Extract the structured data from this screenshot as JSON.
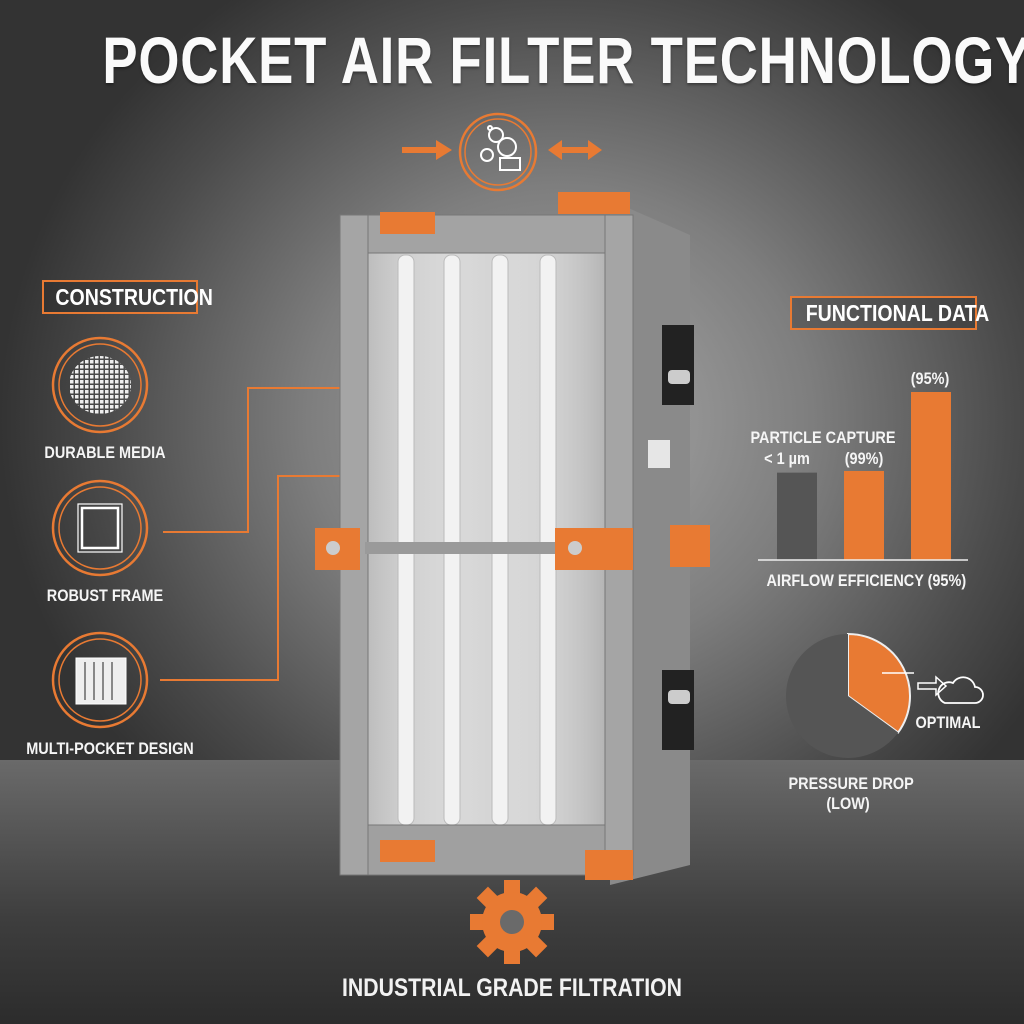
{
  "title": "POCKET AIR FILTER TECHNOLOGY",
  "colors": {
    "accent": "#e87a33",
    "dark": "#555555",
    "frame": "#9a9a9a"
  },
  "top_icon": {
    "name": "particles-icon"
  },
  "construction": {
    "heading": "CONSTRUCTION",
    "items": [
      {
        "label": "DURABLE MEDIA",
        "icon": "mesh-icon"
      },
      {
        "label": "ROBUST FRAME",
        "icon": "frame-icon"
      },
      {
        "label": "MULTI-POCKET DESIGN",
        "icon": "pockets-icon"
      }
    ]
  },
  "functional": {
    "heading": "FUNCTIONAL DATA",
    "particle_label": "PARTICLE CAPTURE",
    "particle_size": "< 1 µm",
    "airflow_label": "AIRFLOW EFFICIENCY (95%)",
    "optimal_label": "OPTIMAL",
    "pressure_label_1": "PRESSURE DROP",
    "pressure_label_2": "(LOW)"
  },
  "chart_data": [
    {
      "type": "bar",
      "bars": [
        {
          "data_label": "",
          "relative_height": 0.52,
          "color": "#555555"
        },
        {
          "data_label": "(99%)",
          "relative_height": 0.53,
          "color": "#e87a33"
        },
        {
          "data_label": "(95%)",
          "relative_height": 1.0,
          "color": "#e87a33"
        }
      ],
      "xlabel": "AIRFLOW EFFICIENCY (95%)",
      "grid": false
    },
    {
      "type": "pie",
      "slices": [
        {
          "fraction": 0.35,
          "color": "#e87a33"
        },
        {
          "fraction": 0.65,
          "color": "#555555"
        }
      ]
    }
  ],
  "footer": {
    "label": "INDUSTRIAL GRADE FILTRATION",
    "icon": "gear-icon"
  }
}
